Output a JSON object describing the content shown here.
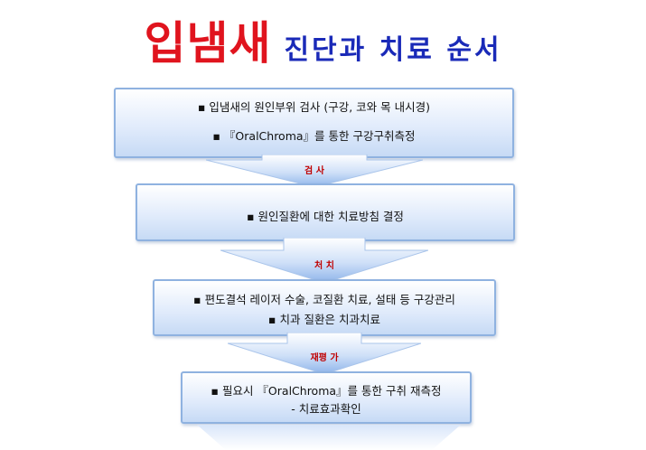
{
  "title": {
    "main": "입냄새",
    "sub": "진단과 치료 순서"
  },
  "steps": [
    {
      "lines": [
        "▪ 입냄새의 원인부위 검사 (구강, 코와 목 내시경)",
        "▪ 『OralChroma』를 통한 구강구취측정"
      ]
    },
    {
      "lines": [
        "▪ 원인질환에 대한 치료방침 결정"
      ]
    },
    {
      "lines": [
        "▪ 편도결석 레이저 수술, 코질환 치료, 설태 등 구강관리",
        "▪ 치과 질환은 치과치료"
      ]
    },
    {
      "lines": [
        "▪ 필요시 『OralChroma』를 통한 구취 재측정",
        "- 치료효과확인"
      ]
    }
  ],
  "arrows": [
    {
      "label": "검 사"
    },
    {
      "label": "처 치"
    },
    {
      "label": "재평 가"
    }
  ],
  "colors": {
    "title_main": "#e0141e",
    "title_sub": "#1a2ab8",
    "arrow_label": "#c00000",
    "box_border": "#8fb2e0"
  }
}
